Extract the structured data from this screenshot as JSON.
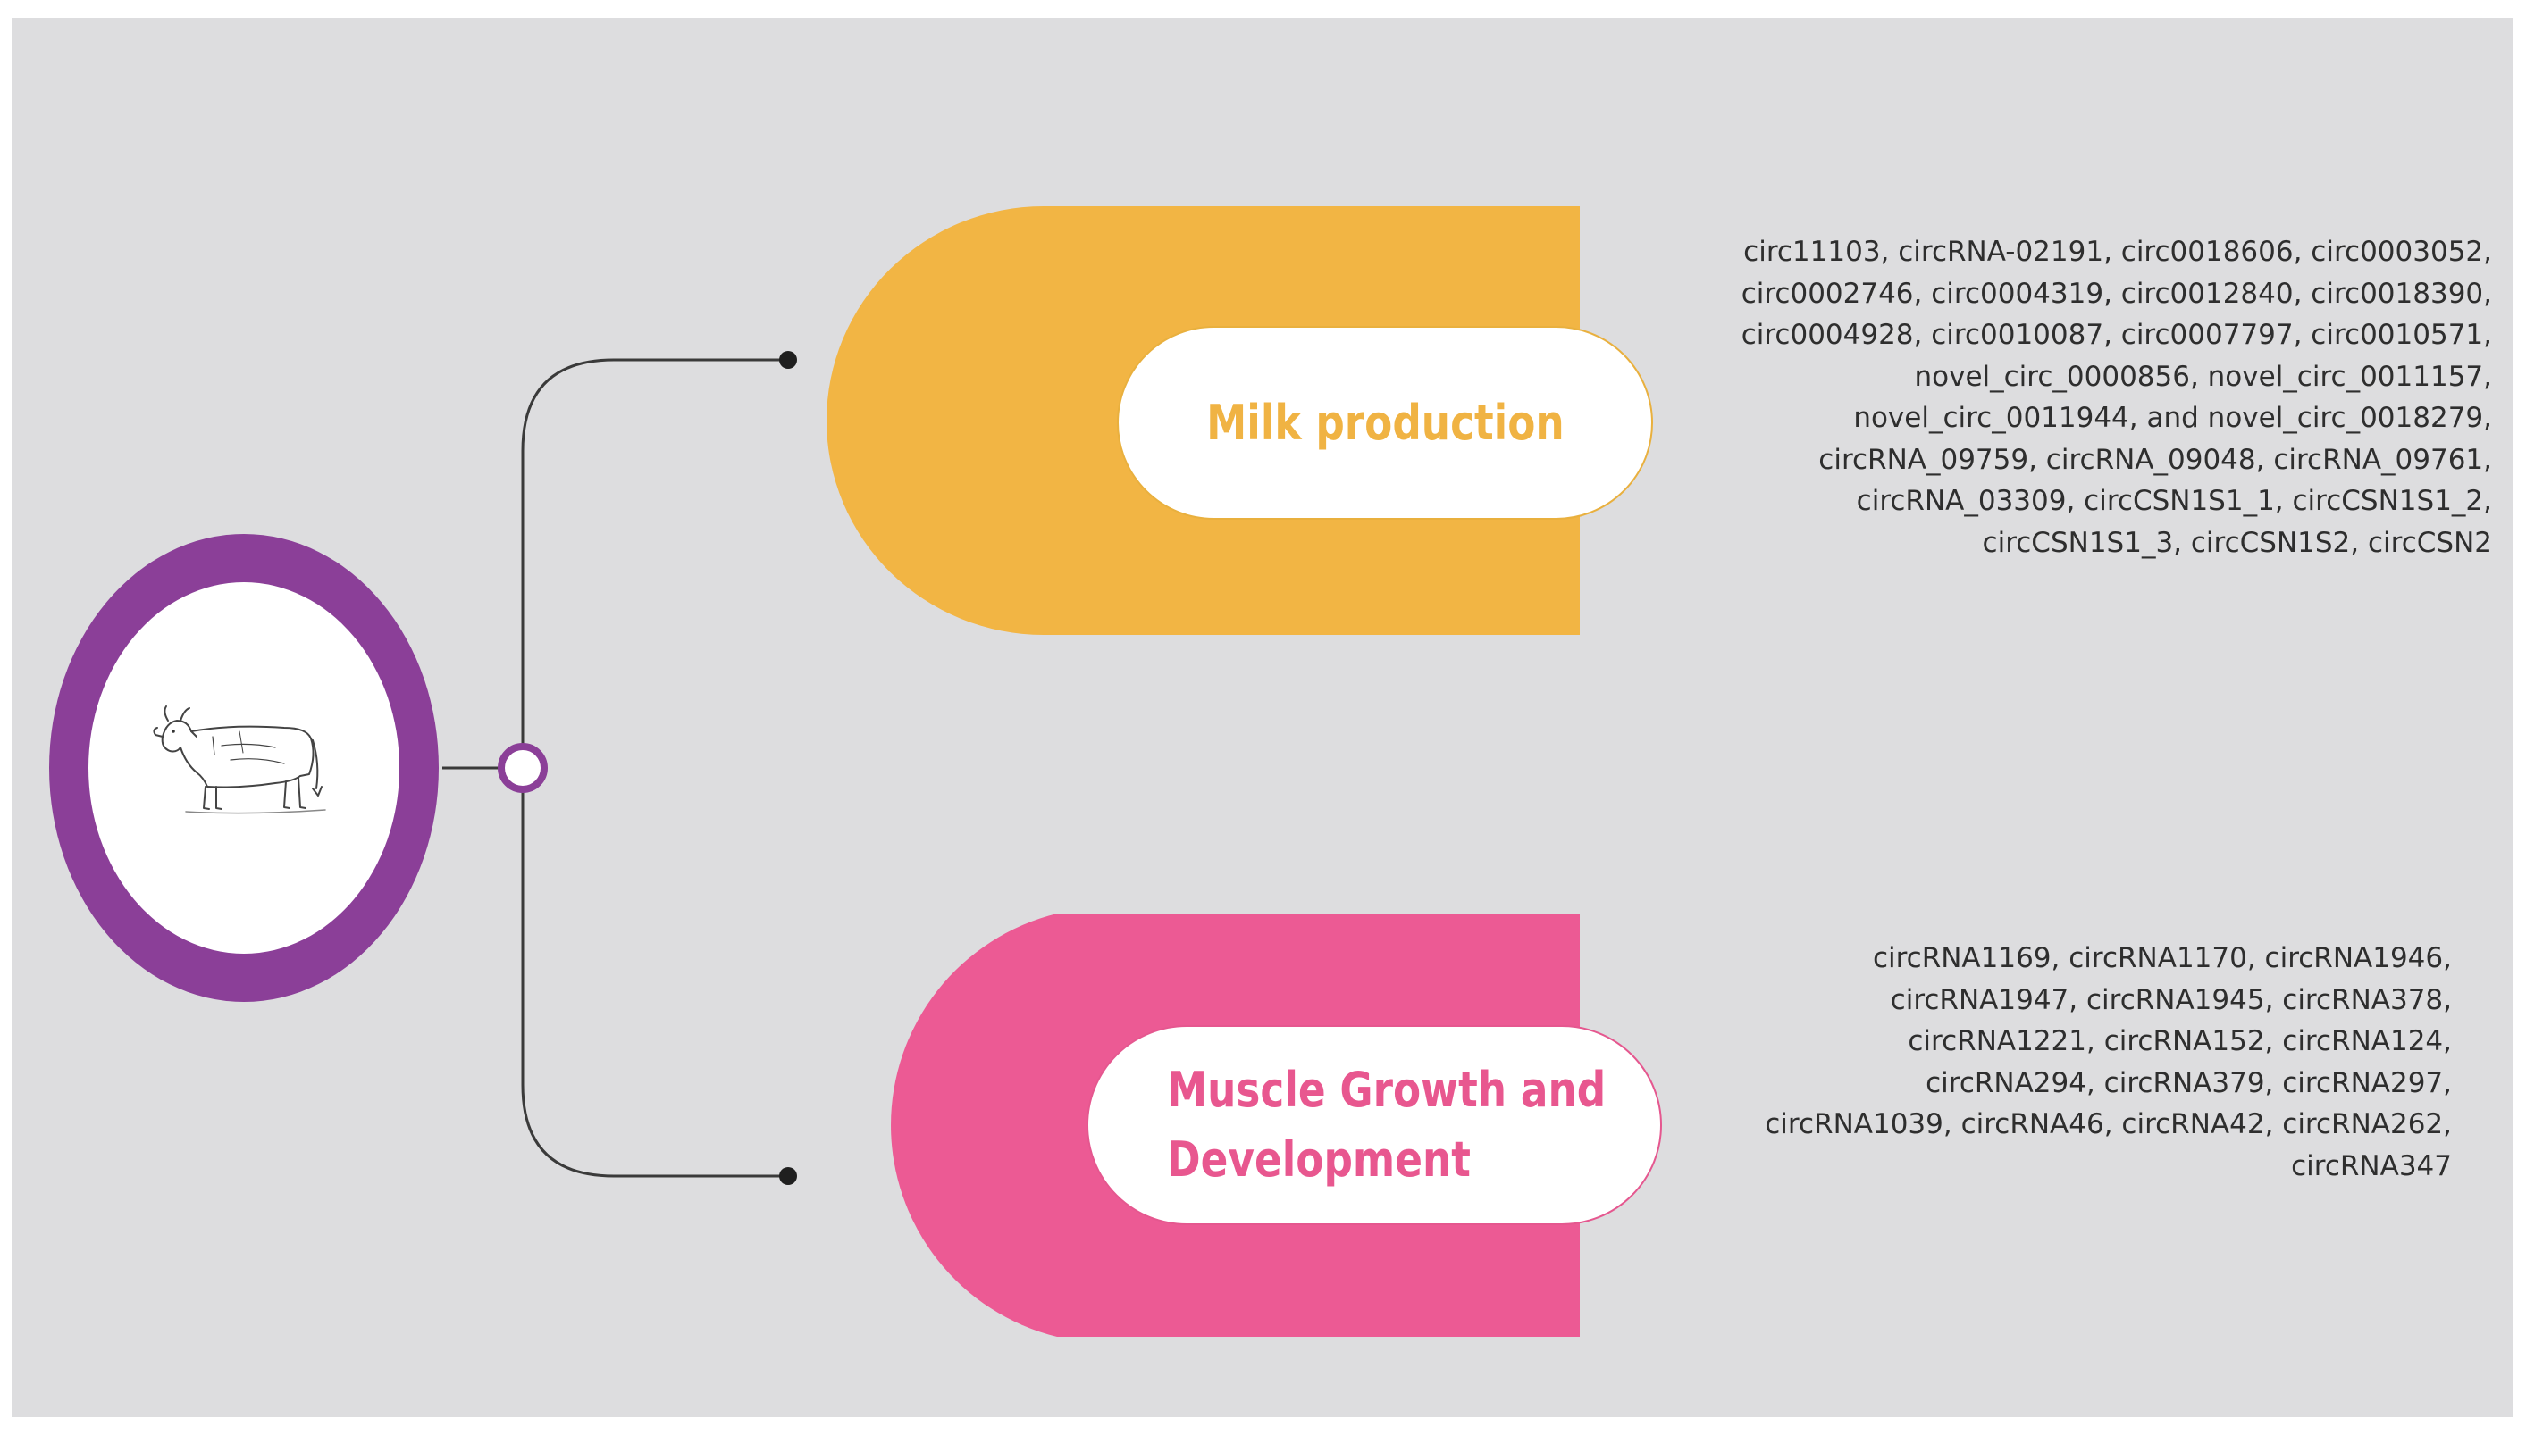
{
  "colors": {
    "background": "#dddddf",
    "milk_accent": "#f2b544",
    "muscle_accent": "#ec5a94",
    "hub_ring": "#8b3f98",
    "connector": "#3a3a3a"
  },
  "hub": {
    "icon": "cow-illustration"
  },
  "branches": [
    {
      "title": "Milk production",
      "circrna_lines": [
        "circ11103, circRNA-02191, circ0018606, circ0003052,",
        "circ0002746, circ0004319, circ0012840, circ0018390,",
        "circ0004928, circ0010087, circ0007797, circ0010571,",
        "novel_circ_0000856, novel_circ_0011157,",
        "novel_circ_0011944, and novel_circ_0018279,",
        "circRNA_09759, circRNA_09048, circRNA_09761,",
        "circRNA_03309, circCSN1S1_1, circCSN1S1_2,",
        "circCSN1S1_3, circCSN1S2, circCSN2"
      ]
    },
    {
      "title_lines": [
        "Muscle Growth and",
        "Development"
      ],
      "circrna_lines": [
        "circRNA1169, circRNA1170, circRNA1946,",
        "circRNA1947, circRNA1945, circRNA378,",
        "circRNA1221, circRNA152, circRNA124,",
        "circRNA294, circRNA379, circRNA297,",
        "circRNA1039, circRNA46, circRNA42, circRNA262,",
        "circRNA347"
      ]
    }
  ]
}
